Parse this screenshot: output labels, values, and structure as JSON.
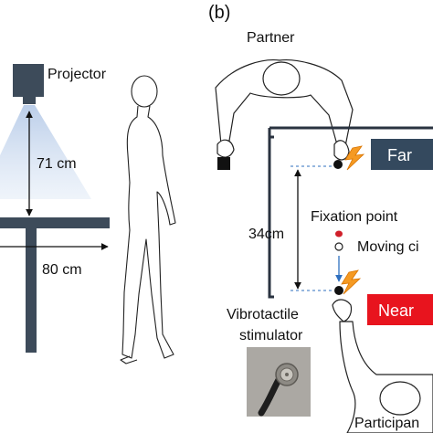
{
  "panel_label": "(b)",
  "left": {
    "projector_label": "Projector",
    "height_label": "71 cm",
    "depth_label": "80 cm"
  },
  "right": {
    "partner_label": "Partner",
    "distance_label": "34cm",
    "fixation_label": "Fixation point",
    "moving_label": "Moving ci",
    "stimulator_label_1": "Vibrotactile",
    "stimulator_label_2": "stimulator",
    "participant_label": "Participan",
    "far_label": "Far",
    "near_label": "Near"
  },
  "colors": {
    "far_box": "#34495e",
    "near_box": "#e8141e",
    "fixation_dot": "#d0202a",
    "lightning": "#f59a23",
    "table": "#3d4b5a",
    "arrow_blue": "#2e6fbf"
  }
}
